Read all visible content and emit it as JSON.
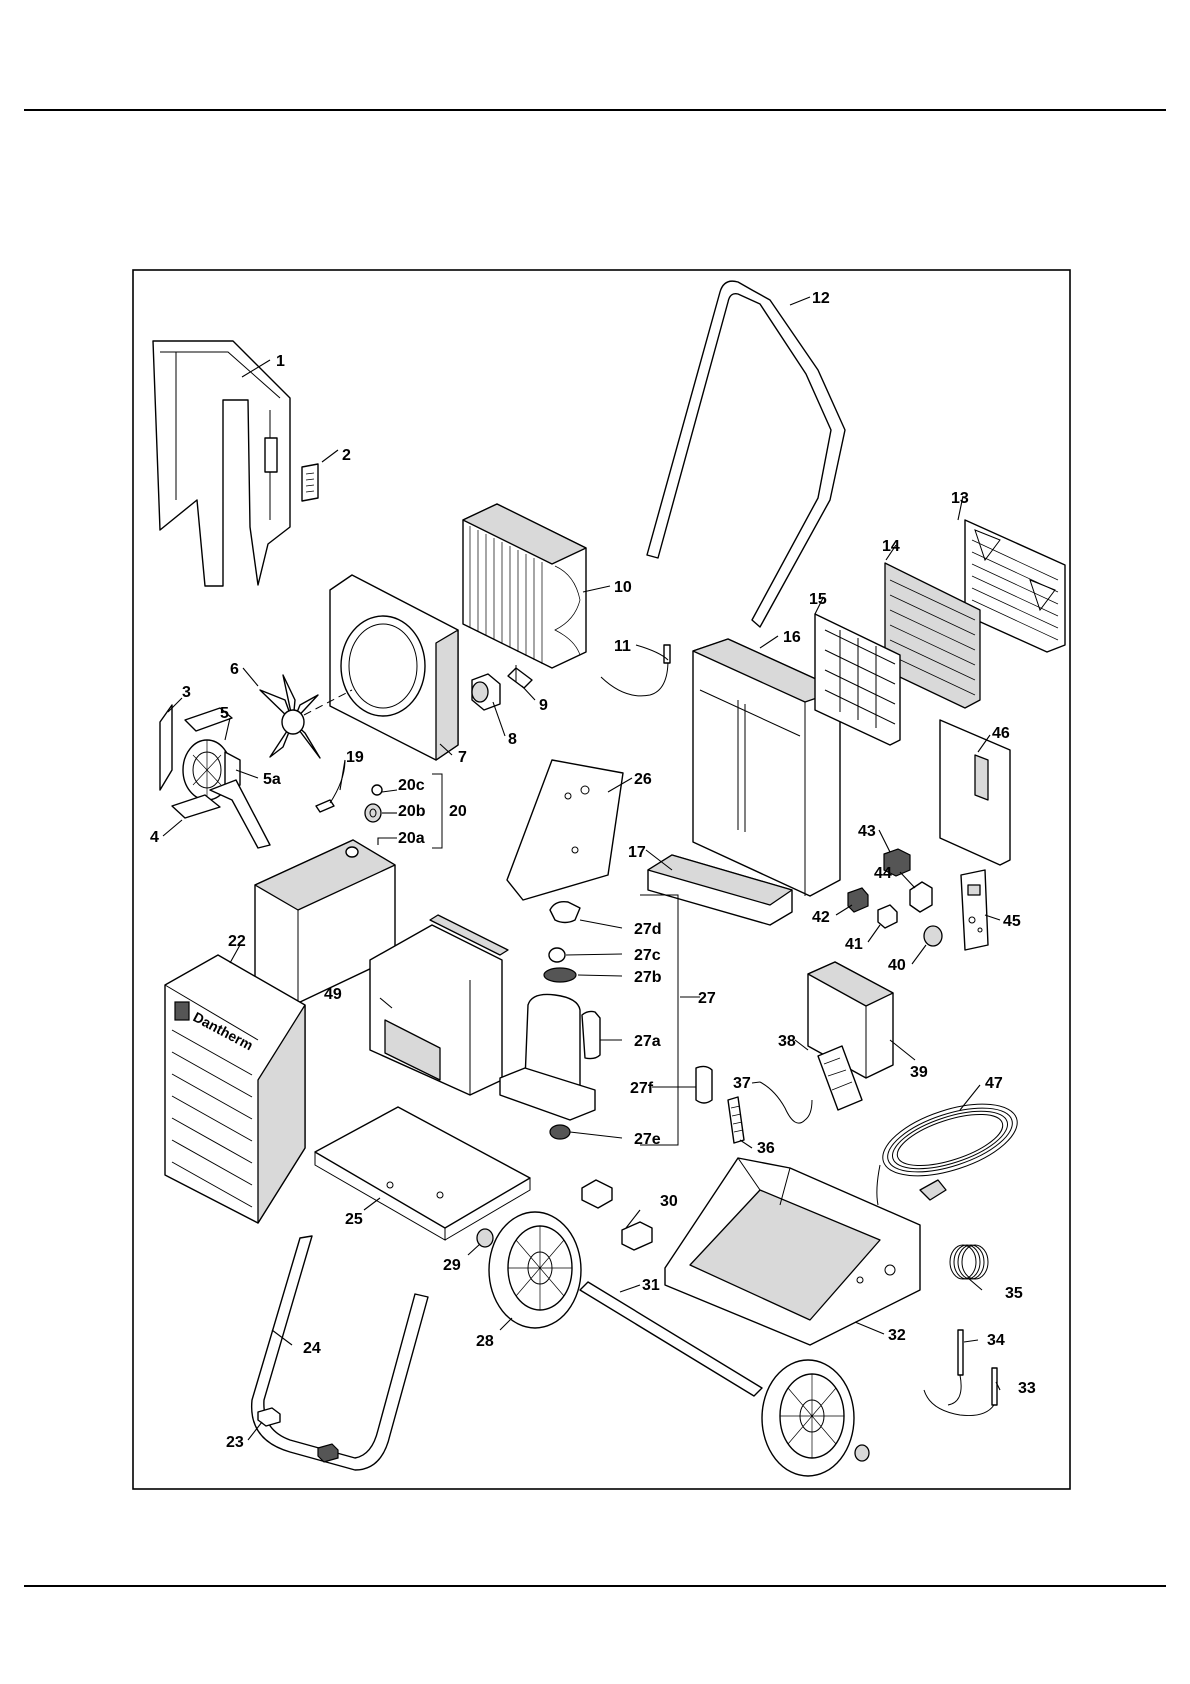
{
  "brand_text": "Dantherm",
  "labels": {
    "p1": "1",
    "p2": "2",
    "p3": "3",
    "p4": "4",
    "p5": "5",
    "p5a": "5a",
    "p6": "6",
    "p7": "7",
    "p8": "8",
    "p9": "9",
    "p10": "10",
    "p11": "11",
    "p12": "12",
    "p13": "13",
    "p14": "14",
    "p15": "15",
    "p16": "16",
    "p17": "17",
    "p19": "19",
    "p20": "20",
    "p20a": "20a",
    "p20b": "20b",
    "p20c": "20c",
    "p22": "22",
    "p23": "23",
    "p24": "24",
    "p25": "25",
    "p26": "26",
    "p27": "27",
    "p27a": "27a",
    "p27b": "27b",
    "p27c": "27c",
    "p27d": "27d",
    "p27e": "27e",
    "p27f": "27f",
    "p28": "28",
    "p29": "29",
    "p30": "30",
    "p31": "31",
    "p32": "32",
    "p33": "33",
    "p34": "34",
    "p35": "35",
    "p36": "36",
    "p37": "37",
    "p38": "38",
    "p39": "39",
    "p40": "40",
    "p41": "41",
    "p42": "42",
    "p43": "43",
    "p44": "44",
    "p45": "45",
    "p46": "46",
    "p47": "47",
    "p49": "49"
  }
}
